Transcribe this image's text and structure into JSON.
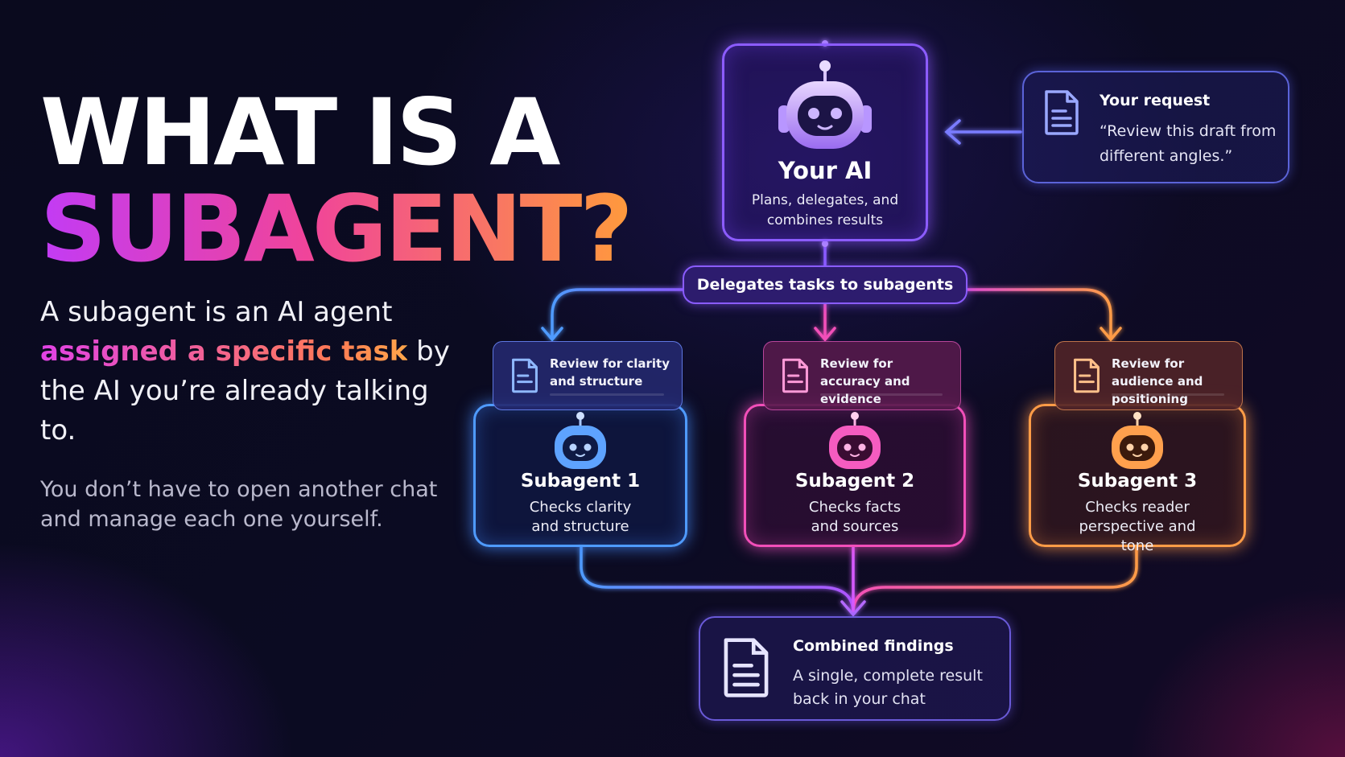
{
  "headline": {
    "line1": "WHAT IS A",
    "line2": "SUBAGENT?"
  },
  "lead": {
    "part1": "A subagent is an AI agent ",
    "highlight": "assigned a specific task",
    "part2": " by the AI you’re already talking to."
  },
  "subtext": "You don’t have to open another chat and manage each one yourself.",
  "diagram": {
    "main_ai": {
      "title": "Your AI",
      "description": "Plans, delegates, and combines results",
      "icon": "robot-icon"
    },
    "request": {
      "title": "Your request",
      "text": "“Review this draft from different angles.”",
      "icon": "document-icon"
    },
    "delegate_label": "Delegates tasks to subagents",
    "subagents": [
      {
        "task": "Review for clarity and structure",
        "name": "Subagent 1",
        "description": "Checks clarity and structure",
        "color": "#4f9bff"
      },
      {
        "task": "Review for accuracy and evidence",
        "name": "Subagent 2",
        "description": "Checks facts and sources",
        "color": "#f24fb9"
      },
      {
        "task": "Review for audience and positioning",
        "name": "Subagent 3",
        "description": "Checks reader perspective and tone",
        "color": "#ff9c47"
      }
    ],
    "result": {
      "title": "Combined findings",
      "text": "A single, complete result back in your chat",
      "icon": "document-icon"
    }
  },
  "colors": {
    "accent_purple": "#8c5cff",
    "title_gradient_start": "#c23bf5",
    "title_gradient_end": "#ff9a3c"
  }
}
